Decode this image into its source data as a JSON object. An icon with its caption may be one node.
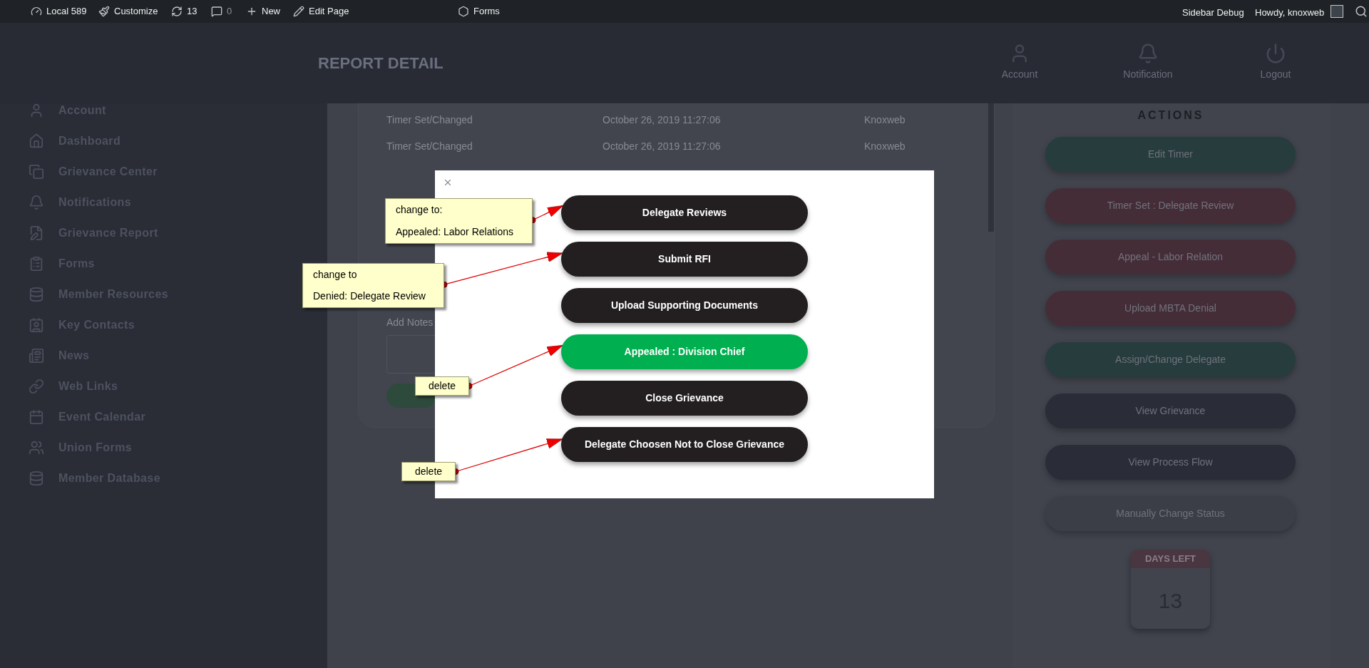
{
  "diagram": {
    "nodes": [
      {
        "text": [
          "change to:",
          "Appealed: Labor Relations"
        ]
      },
      {
        "text": [
          "Delegate Reviews"
        ]
      },
      {
        "text": [
          "change to",
          "Denied: Delegate Review"
        ]
      },
      {
        "text": [
          "Submit RFI"
        ]
      },
      {
        "text": [
          "Upload Supporting Documents"
        ]
      },
      {
        "text": [
          "delete"
        ]
      },
      {
        "text": [
          "Appealed : Division Chief"
        ]
      },
      {
        "text": [
          "Close Grievance"
        ]
      },
      {
        "text": [
          "delete"
        ]
      },
      {
        "text": [
          "Delegate Choosen Not to Close Grievance"
        ]
      }
    ],
    "edges": [
      {
        "from": 0,
        "to": 1,
        "arrow": "to"
      },
      {
        "from": 2,
        "to": 3,
        "arrow": "to"
      },
      {
        "from": 5,
        "to": 6,
        "arrow": "to"
      },
      {
        "from": 8,
        "to": 9,
        "arrow": "to"
      }
    ],
    "labels": [
      "Local 589",
      "Customize",
      "13",
      "0",
      "New",
      "Edit Page",
      "Forms",
      "Sidebar Debug",
      "Howdy, knoxweb",
      "REPORT DETAIL",
      "Account",
      "Notification",
      "Logout",
      "Account",
      "Dashboard",
      "Grievance Center",
      "Notifications",
      "Grievance Report",
      "Forms",
      "Member Resources",
      "Key Contacts",
      "News",
      "Web Links",
      "Event Calendar",
      "Union Forms",
      "Member Database",
      "Timer Set/Changed",
      "October 26, 2019 11:27:06",
      "Knoxweb",
      "Timer Set/Changed",
      "October 26, 2019 11:27:06",
      "Knoxweb",
      "Add Notes",
      "ACTIONS",
      "Edit Timer",
      "Timer Set : Delegate Review",
      "Appeal - Labor Relation",
      "Upload MBTA Denial",
      "Assign/Change Delegate",
      "View Grievance",
      "View Process Flow",
      "Manually Change Status",
      "DAYS LEFT",
      "13"
    ]
  }
}
